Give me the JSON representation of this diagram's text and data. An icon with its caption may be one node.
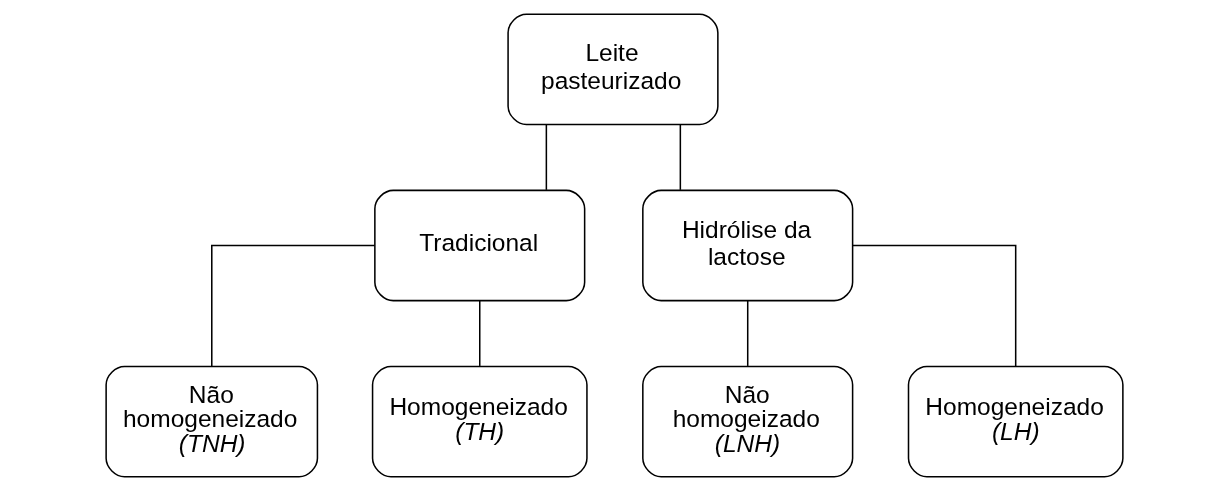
{
  "diagram": {
    "nodes": [
      {
        "text": [
          "Leite pasteurizado"
        ]
      },
      {
        "text": [
          "Tradicional"
        ]
      },
      {
        "text": [
          "Hidrólise da lactose"
        ]
      },
      {
        "text": [
          "Não homogeneizado",
          "(TNH)"
        ]
      },
      {
        "text": [
          "Homogeneizado",
          "(TH)"
        ]
      },
      {
        "text": [
          "Não homogeizado",
          "(LNH)"
        ]
      },
      {
        "text": [
          "Homogeneizado",
          "(LH)"
        ]
      }
    ],
    "edges": [
      {
        "from": 0,
        "to": 1,
        "arrow": "none"
      },
      {
        "from": 0,
        "to": 2,
        "arrow": "none"
      },
      {
        "from": 1,
        "to": 3,
        "arrow": "none"
      },
      {
        "from": 1,
        "to": 4,
        "arrow": "none"
      },
      {
        "from": 2,
        "to": 5,
        "arrow": "none"
      },
      {
        "from": 2,
        "to": 6,
        "arrow": "none"
      }
    ]
  }
}
